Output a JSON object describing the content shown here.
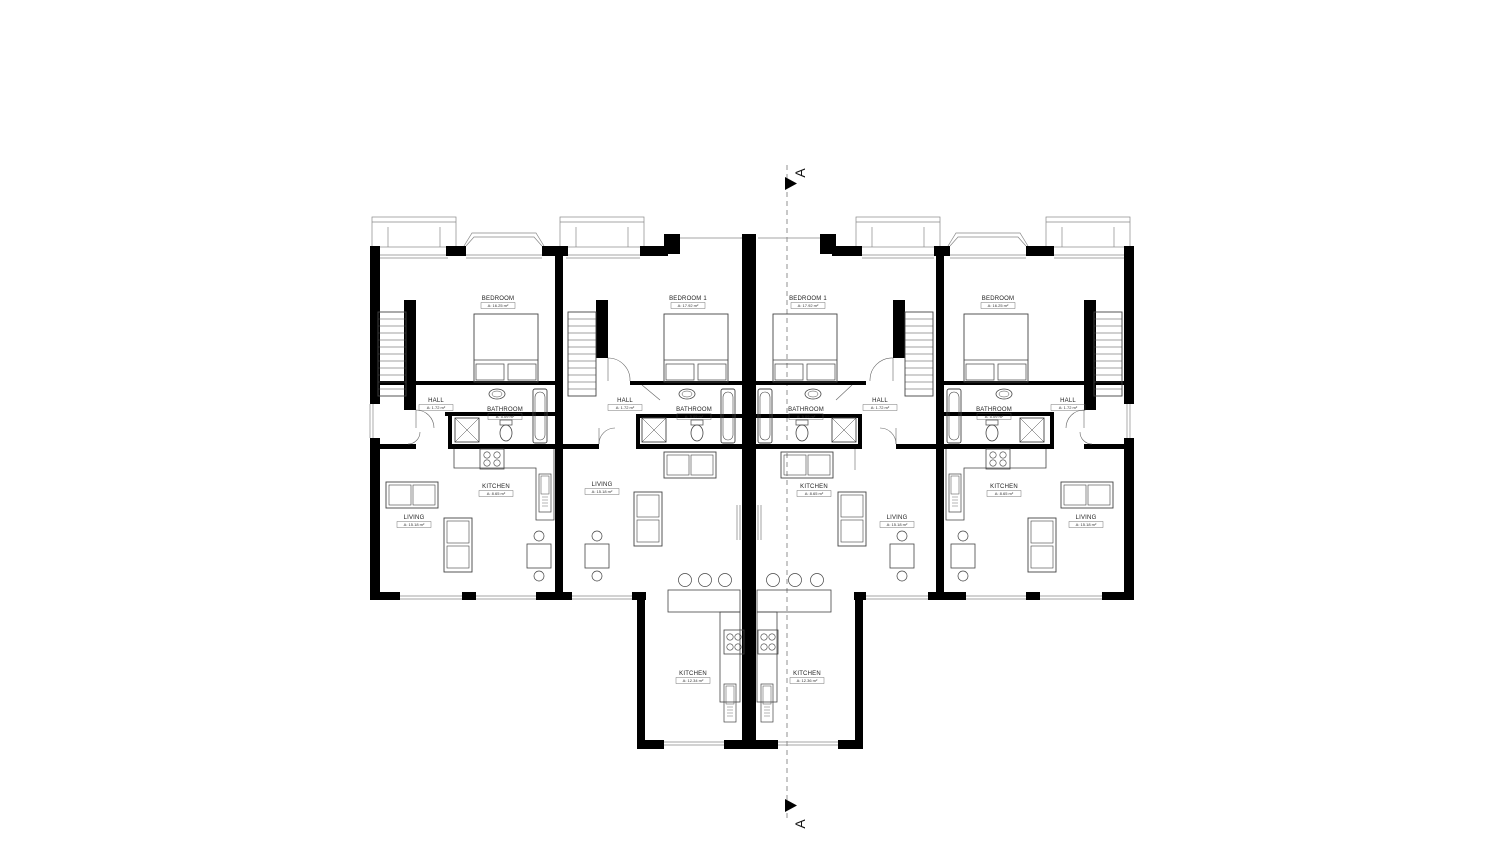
{
  "section_marker": "A",
  "rooms": [
    {
      "id": "bedroom-u1",
      "name": "BEDROOM",
      "area": "A: 16.25 m²"
    },
    {
      "id": "bedroom-u2",
      "name": "BEDROOM 1",
      "area": "A: 17.92 m²"
    },
    {
      "id": "bedroom-u3",
      "name": "BEDROOM 1",
      "area": "A: 17.92 m²"
    },
    {
      "id": "bedroom-u4",
      "name": "BEDROOM",
      "area": "A: 16.25 m²"
    },
    {
      "id": "hall-u1",
      "name": "HALL",
      "area": "A: 1.72 m²"
    },
    {
      "id": "hall-u2",
      "name": "HALL",
      "area": "A: 1.72 m²"
    },
    {
      "id": "hall-u3",
      "name": "HALL",
      "area": "A: 1.72 m²"
    },
    {
      "id": "hall-u4",
      "name": "HALL",
      "area": "A: 1.72 m²"
    },
    {
      "id": "bathroom-u1",
      "name": "BATHROOM",
      "area": "A: 5.09 m²"
    },
    {
      "id": "bathroom-u2",
      "name": "BATHROOM",
      "area": "A: 5.09 m²"
    },
    {
      "id": "bathroom-u3",
      "name": "BATHROOM",
      "area": "A: 5.09 m²"
    },
    {
      "id": "bathroom-u4",
      "name": "BATHROOM",
      "area": "A: 5.09 m²"
    },
    {
      "id": "kitchen-u1",
      "name": "KITCHEN",
      "area": "A: 8.65 m²"
    },
    {
      "id": "kitchen-u3",
      "name": "KITCHEN",
      "area": "A: 8.65 m²"
    },
    {
      "id": "kitchen-u4",
      "name": "KITCHEN",
      "area": "A: 8.65 m²"
    },
    {
      "id": "living-u1",
      "name": "LIVING",
      "area": "A: 15.18 m²"
    },
    {
      "id": "living-u2",
      "name": "LIVING",
      "area": "A: 15.18 m²"
    },
    {
      "id": "living-u3",
      "name": "LIVING",
      "area": "A: 15.18 m²"
    },
    {
      "id": "living-u4",
      "name": "LIVING",
      "area": "A: 15.18 m²"
    },
    {
      "id": "kitchen-ext-u2",
      "name": "KITCHEN",
      "area": "A: 12.34 m²"
    },
    {
      "id": "kitchen-ext-u3",
      "name": "KITCHEN",
      "area": "A: 12.36 m²"
    }
  ],
  "colors": {
    "wall": "#000000",
    "line": "#555555",
    "fixture": "#444444",
    "background": "#ffffff"
  }
}
